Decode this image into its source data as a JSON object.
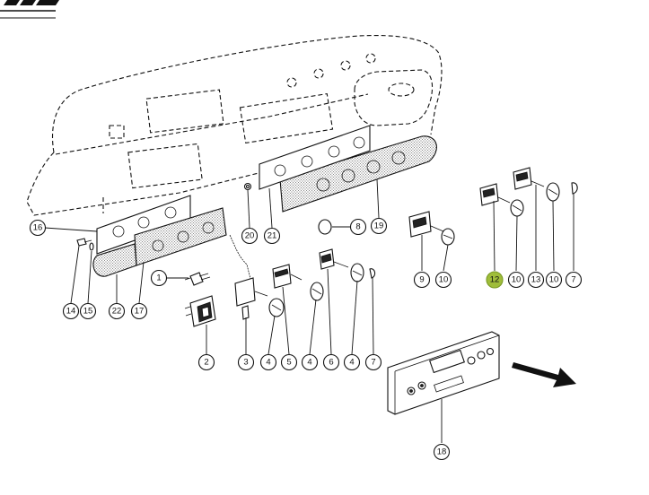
{
  "diagram": {
    "callouts": [
      {
        "id": "c16",
        "label": "16"
      },
      {
        "id": "c14",
        "label": "14"
      },
      {
        "id": "c15",
        "label": "15"
      },
      {
        "id": "c22",
        "label": "22"
      },
      {
        "id": "c17",
        "label": "17"
      },
      {
        "id": "c1",
        "label": "1"
      },
      {
        "id": "c20",
        "label": "20"
      },
      {
        "id": "c21",
        "label": "21"
      },
      {
        "id": "c19",
        "label": "19"
      },
      {
        "id": "c8",
        "label": "8"
      },
      {
        "id": "c9",
        "label": "9"
      },
      {
        "id": "c10a",
        "label": "10"
      },
      {
        "id": "c12",
        "label": "12",
        "highlighted": true
      },
      {
        "id": "c10b",
        "label": "10"
      },
      {
        "id": "c13",
        "label": "13"
      },
      {
        "id": "c10c",
        "label": "10"
      },
      {
        "id": "c7a",
        "label": "7"
      },
      {
        "id": "c2",
        "label": "2"
      },
      {
        "id": "c3",
        "label": "3"
      },
      {
        "id": "c4a",
        "label": "4"
      },
      {
        "id": "c5",
        "label": "5"
      },
      {
        "id": "c4b",
        "label": "4"
      },
      {
        "id": "c6",
        "label": "6"
      },
      {
        "id": "c4c",
        "label": "4"
      },
      {
        "id": "c7b",
        "label": "7"
      },
      {
        "id": "c18",
        "label": "18"
      }
    ],
    "highlight_color": "#9fbd3a"
  }
}
